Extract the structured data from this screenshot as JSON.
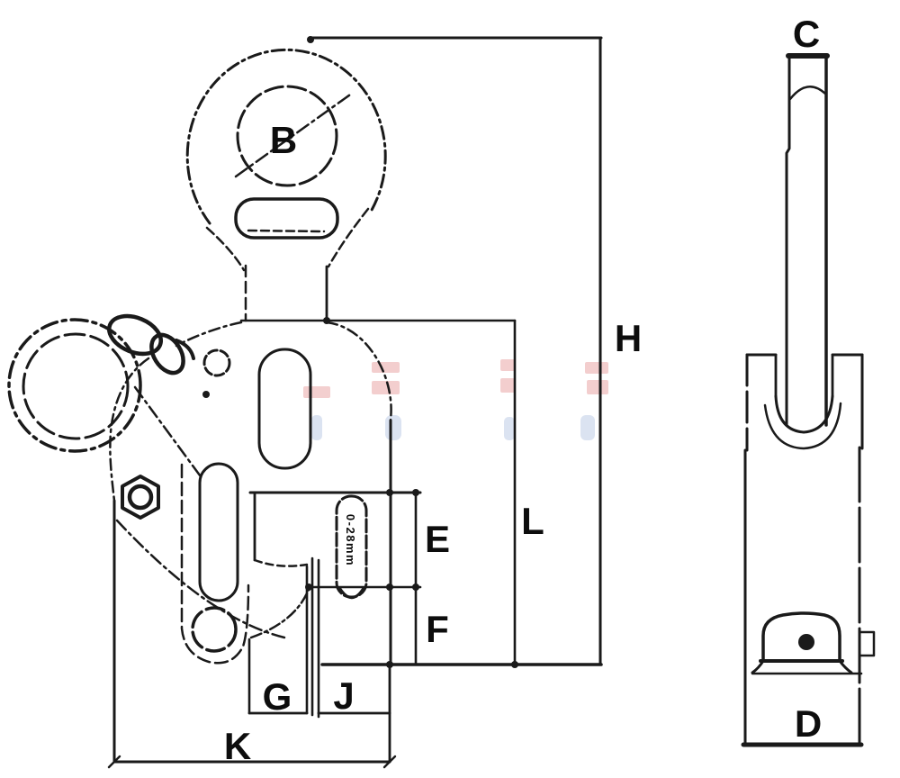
{
  "drawing": {
    "type": "technical-line-drawing",
    "subject": "vertical plate lifting clamp, front view and side view with dimension letters"
  },
  "dimension_labels": {
    "B": "B",
    "C": "C",
    "D": "D",
    "E": "E",
    "F": "F",
    "G": "G",
    "H": "H",
    "J": "J",
    "K": "K",
    "L": "L"
  },
  "annotations": {
    "jaw_capacity": "0-28mm"
  },
  "colors": {
    "line": "#1a1a1a",
    "background": "#ffffff",
    "watermark_pink": "#e89f9f",
    "watermark_blue": "#aabdde"
  }
}
